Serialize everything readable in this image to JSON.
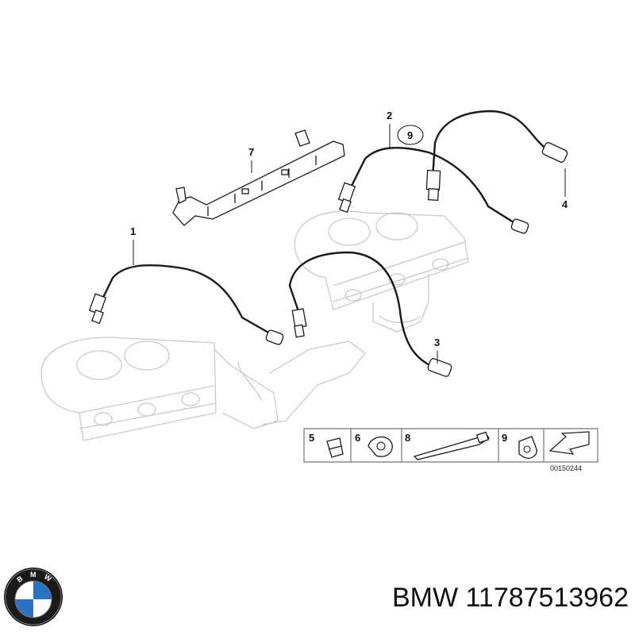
{
  "callouts": {
    "c1": "1",
    "c2": "2",
    "c3": "3",
    "c4": "4",
    "c7": "7",
    "c9": "9"
  },
  "legend": {
    "items": [
      "5",
      "6",
      "8",
      "9"
    ],
    "reference": "00150244"
  },
  "logo": {
    "letters": "BMW"
  },
  "brand_part": "BMW 11787513962",
  "colors": {
    "line": "#1a1a1a",
    "ghost": "#c9c9c9",
    "logo_blue": "#2a73c2"
  }
}
